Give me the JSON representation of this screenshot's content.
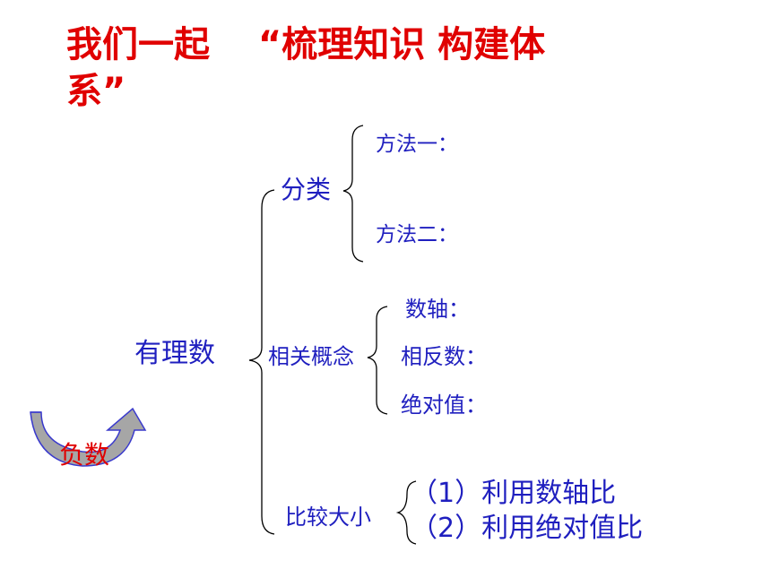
{
  "title": {
    "line1": "我们一起　 “梳理知识  构建体",
    "line2": "系”"
  },
  "diagram": {
    "root": "有理数",
    "classification": {
      "label": "分类",
      "method1": "方法一：",
      "method2": "方法二："
    },
    "concepts": {
      "label": "相关概念",
      "item1": "数轴：",
      "item2": "相反数：",
      "item3": "绝对值："
    },
    "compare": {
      "label": "比较大小",
      "item1": "（1）利用数轴比",
      "item2": "（2）利用绝对值比"
    },
    "negative": "负数"
  },
  "colors": {
    "title": "#e00000",
    "text": "#1f1fbf",
    "negative": "#e00000",
    "arrow_fill": "#a6a6a6",
    "arrow_outline": "#3a3acc"
  }
}
